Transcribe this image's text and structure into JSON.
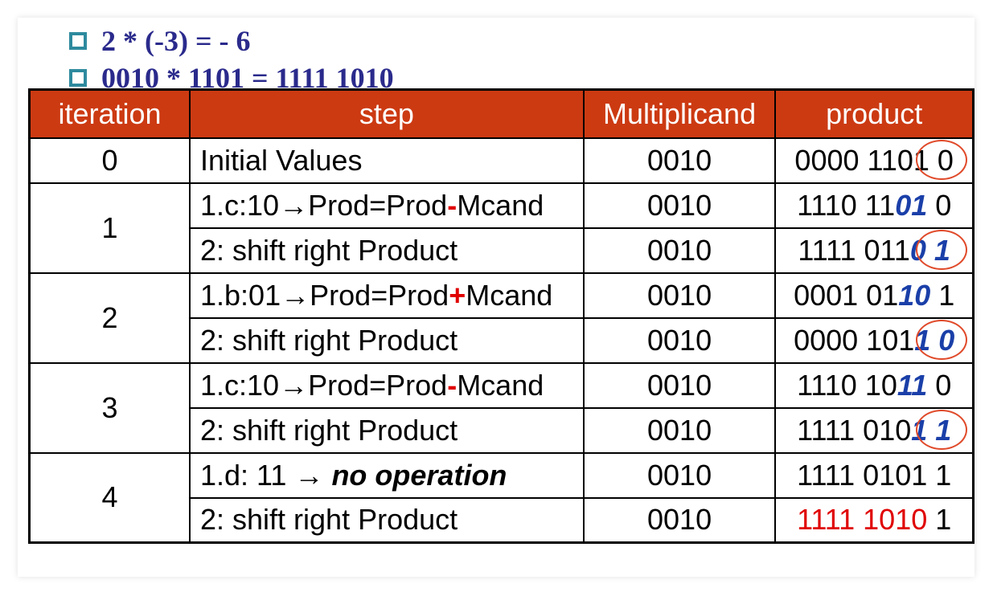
{
  "bullets": [
    "2 * (-3) = - 6",
    "0010 * 1101 = 1111 1010"
  ],
  "headers": {
    "iteration": "iteration",
    "step": "step",
    "multiplicand": "Multiplicand",
    "product": "product"
  },
  "rows": [
    {
      "iteration": "0",
      "step": "Initial Values",
      "multiplicand": "0010",
      "product": "0000 1101 0",
      "circled": true
    },
    {
      "iteration": "1",
      "step_pre": "1.c:10→Prod=Prod",
      "step_op": "-",
      "step_post": "Mcand",
      "multiplicand": "0010",
      "product_pre": "1110 11",
      "product_em": "01",
      "product_post": " 0"
    },
    {
      "step": "2: shift right Product",
      "multiplicand": "0010",
      "product_pre": "1111 011",
      "product_em": "0 1",
      "circled": true
    },
    {
      "iteration": "2",
      "step_pre": "1.b:01→Prod=Prod",
      "step_op": "+",
      "step_post": "Mcand",
      "multiplicand": "0010",
      "product_pre": "0001 01",
      "product_em": "10",
      "product_post": " 1"
    },
    {
      "step": "2: shift right Product",
      "multiplicand": "0010",
      "product_pre": "0000 101",
      "product_em": "1 0",
      "circled": true
    },
    {
      "iteration": "3",
      "step_pre": "1.c:10→Prod=Prod",
      "step_op": "-",
      "step_post": "Mcand",
      "multiplicand": "0010",
      "product_pre": "1110 10",
      "product_em": "11",
      "product_post": " 0"
    },
    {
      "step": "2: shift right Product",
      "multiplicand": "0010",
      "product_pre": "1111 010",
      "product_em": "1 1",
      "circled": true
    },
    {
      "iteration": "4",
      "step_pre": "1.d: 11 → ",
      "step_noop": "no operation",
      "multiplicand": "0010",
      "product": "1111 0101 1"
    },
    {
      "step": "2: shift right Product",
      "multiplicand": "0010",
      "product_red": "1111 1010",
      "product_post": " 1"
    }
  ],
  "colors": {
    "header_bg": "#cc3a12",
    "bullet_text": "#2a2a8c",
    "bullet_marker": "#2e8a9e",
    "highlight_blue": "#1a3fa8",
    "highlight_red": "#e00000"
  }
}
